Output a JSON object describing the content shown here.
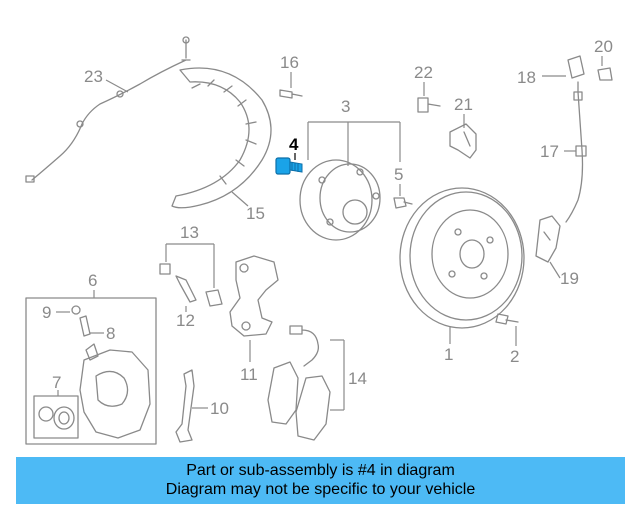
{
  "callouts": {
    "c1": "1",
    "c2": "2",
    "c3": "3",
    "c4": "4",
    "c5": "5",
    "c6": "6",
    "c7": "7",
    "c8": "8",
    "c9": "9",
    "c10": "10",
    "c11": "11",
    "c12": "12",
    "c13": "13",
    "c14": "14",
    "c15": "15",
    "c16": "16",
    "c17": "17",
    "c18": "18",
    "c19": "19",
    "c20": "20",
    "c21": "21",
    "c22": "22",
    "c23": "23"
  },
  "highlight": {
    "part_number": "4",
    "color": "#1aa3e8"
  },
  "colors": {
    "line": "#8a8a8a",
    "banner": "#4dbaf5",
    "text": "#000000"
  },
  "banner": {
    "line1": "Part or sub-assembly is #4 in diagram",
    "line2": "Diagram may not be specific to your vehicle"
  }
}
